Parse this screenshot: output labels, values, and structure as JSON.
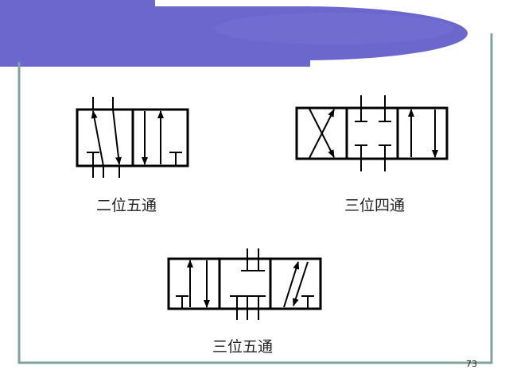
{
  "captions": {
    "two_position_five_way": "二位五通",
    "three_position_four_way": "三位四通",
    "three_position_five_way": "三位五通"
  },
  "page_number": "73",
  "colors": {
    "banner": "#6b67cc",
    "banner_highlight": "#7d79d8",
    "frame": "#7fa39c",
    "stroke": "#000000"
  }
}
